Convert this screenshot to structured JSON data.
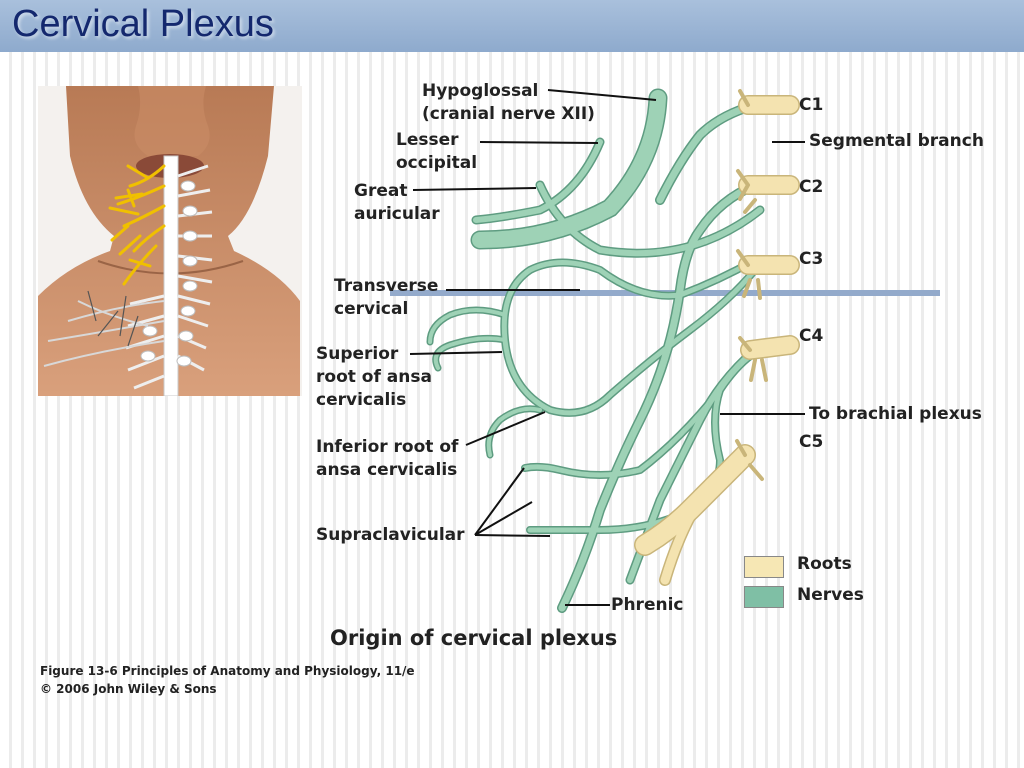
{
  "slide": {
    "title": "Cervical Plexus"
  },
  "labels": {
    "hypoglossal_1": "Hypoglossal",
    "hypoglossal_2": "(cranial nerve XII)",
    "lesser_occipital_1": "Lesser",
    "lesser_occipital_2": "occipital",
    "great_auricular_1": "Great",
    "great_auricular_2": "auricular",
    "transverse_cervical_1": "Transverse",
    "transverse_cervical_2": "cervical",
    "superior_root_1": "Superior",
    "superior_root_2": "root of ansa",
    "superior_root_3": "cervicalis",
    "inferior_root_1": "Inferior root of",
    "inferior_root_2": "ansa cervicalis",
    "supraclavicular": "Supraclavicular",
    "phrenic": "Phrenic",
    "c1": "C1",
    "segmental_branch": "Segmental branch",
    "c2": "C2",
    "c3": "C3",
    "c4": "C4",
    "to_brachial_plexus": "To brachial plexus",
    "c5": "C5"
  },
  "legend": {
    "roots": {
      "label": "Roots",
      "color": "#f6e7b4"
    },
    "nerves": {
      "label": "Nerves",
      "color": "#7fbfa5"
    }
  },
  "colors": {
    "nerve": "#9ed2b6",
    "nerve_outline": "#5e9c81",
    "root": "#f4e3b0",
    "root_outline": "#c9b57a",
    "level_line": "#93aacb",
    "title": "#14286e"
  },
  "caption": "Origin of cervical plexus",
  "credit": {
    "line1": "Figure 13-6  Principles of Anatomy and Physiology, 11/e",
    "line2": "© 2006 John Wiley & Sons"
  }
}
